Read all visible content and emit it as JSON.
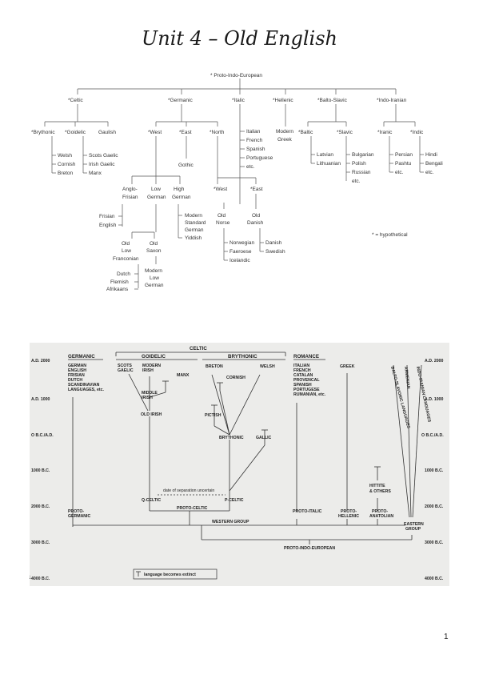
{
  "document": {
    "title": "Unit 4 – Old English",
    "page_number": "1"
  },
  "figure1": {
    "root": "* Proto-Indo-European",
    "branches": {
      "celtic": "*Celtic",
      "germanic": "*Germanic",
      "italic": "*Italic",
      "hellenic": "*Hellenic",
      "balto_slavic": "*Balto-Slavic",
      "indo_iranian": "*Indo-Iranian"
    },
    "celtic": {
      "brythonic": "*Brythonic",
      "goidelic": "*Goidelic",
      "gaulish": "Gaulish",
      "brythonic_langs": [
        "Welsh",
        "Cornish",
        "Breton"
      ],
      "goidelic_langs": [
        "Scots Gaelic",
        "Irish Gaelic",
        "Manx"
      ]
    },
    "germanic": {
      "west": "*West",
      "east": "*East",
      "north": "*North",
      "gothic": "Gothic",
      "anglo_frisian": [
        "Anglo-",
        "Frisian"
      ],
      "low_german": [
        "Low",
        "German"
      ],
      "high_german": [
        "High",
        "German"
      ],
      "frisian_english": [
        "Frisian",
        "English"
      ],
      "high_german_langs": [
        "Modern",
        "Standard",
        "German",
        "Yiddish"
      ],
      "old_low_franconian": [
        "Old",
        "Low",
        "Franconian"
      ],
      "old_saxon": [
        "Old",
        "Saxon"
      ],
      "franconian_langs": [
        "Dutch",
        "Flemish",
        "Afrikaans"
      ],
      "modern_low_german": [
        "Modern",
        "Low",
        "German"
      ],
      "north_west": "*West",
      "north_east": "*East",
      "old_norse": [
        "Old",
        "Norse"
      ],
      "old_danish": [
        "Old",
        "Danish"
      ],
      "norse_langs": [
        "Norwegian",
        "Faeroese",
        "Icelandic"
      ],
      "danish_langs": [
        "Danish",
        "Swedish"
      ]
    },
    "italic_langs": [
      "Italian",
      "French",
      "Spanish",
      "Portuguese",
      "etc."
    ],
    "hellenic_lang": [
      "Modern",
      "Greek"
    ],
    "balto_slavic": {
      "baltic": "*Baltic",
      "slavic": "*Slavic",
      "baltic_langs": [
        "Latvian",
        "Lithuanian"
      ],
      "slavic_langs": [
        "Bulgarian",
        "Polish",
        "Russian",
        "etc."
      ]
    },
    "indo_iranian": {
      "iranic": "*Iranic",
      "indic": "*Indic",
      "iranic_langs": [
        "Persian",
        "Pashtu",
        "etc."
      ],
      "indic_langs": [
        "Hindi",
        "Bengali",
        "etc."
      ]
    },
    "note": "* = hypothetical"
  },
  "figure2": {
    "celtic_header": "CELTIC",
    "group_headers": {
      "germanic": "GERMANIC",
      "goidelic": "GOIDELIC",
      "brythonic": "BRYTHONIC",
      "romance": "ROMANCE"
    },
    "time_labels_left": [
      "A.D. 2000",
      "A.D. 1000",
      "O B.C./A.D.",
      "1000 B.C.",
      "2000 B.C.",
      "3000 B.C.",
      "4000 B.C."
    ],
    "time_labels_right": [
      "A.D. 2000",
      "A.D. 1000",
      "O B.C./A.D.",
      "1000 B.C.",
      "2000 B.C.",
      "3000 B.C.",
      "4000 B.C."
    ],
    "germanic_langs": [
      "GERMAN",
      "ENGLISH",
      "FRISIAN",
      "DUTCH",
      "SCANDINAVIAN",
      "LANGUAGES, etc."
    ],
    "scots_gaelic": [
      "SCOTS",
      "GAELIC"
    ],
    "modern_irish": [
      "MODERN",
      "IRISH"
    ],
    "manx": "MANX",
    "middle_irish": [
      "MIDDLE",
      "IRISH"
    ],
    "old_irish": "OLD IRISH",
    "breton": "BRETON",
    "welsh": "WELSH",
    "cornish": "CORNISH",
    "pictish": "PICTISH",
    "brythonic_node": "BRYTHONIC",
    "gallic": "GALLIC",
    "romance_langs": [
      "ITALIAN",
      "FRENCH",
      "CATALAN",
      "PROVENCAL",
      "SPANISH",
      "PORTUGESE",
      "RUMANIAN, etc."
    ],
    "greek": "GREEK",
    "balto_slavonic": "BALTO-SLAVONIC LANGUAGES",
    "armenian": "ARMENIAN",
    "indo_iranian": "INDO-IRANIAN LANGUAGES",
    "hittite": [
      "HITTITE",
      "& OTHERS"
    ],
    "separation_note": "date of separation uncertain",
    "q_celtic": "Q-CELTIC",
    "p_celtic": "P-CELTIC",
    "proto_germanic": [
      "PROTO-",
      "GERMANIC"
    ],
    "proto_celtic": "PROTO-CELTIC",
    "proto_italic": "PROTO-ITALIC",
    "proto_hellenic": [
      "PROTO-",
      "HELLENIC"
    ],
    "proto_anatolian": [
      "PROTO-",
      "ANATOLIAN"
    ],
    "western_group": "WESTERN GROUP",
    "eastern_group": [
      "EASTERN",
      "GROUP"
    ],
    "proto_indo_european": "PROTO-INDO-EUROPEAN",
    "legend": "language becomes extinct",
    "corner_mark": "1"
  }
}
